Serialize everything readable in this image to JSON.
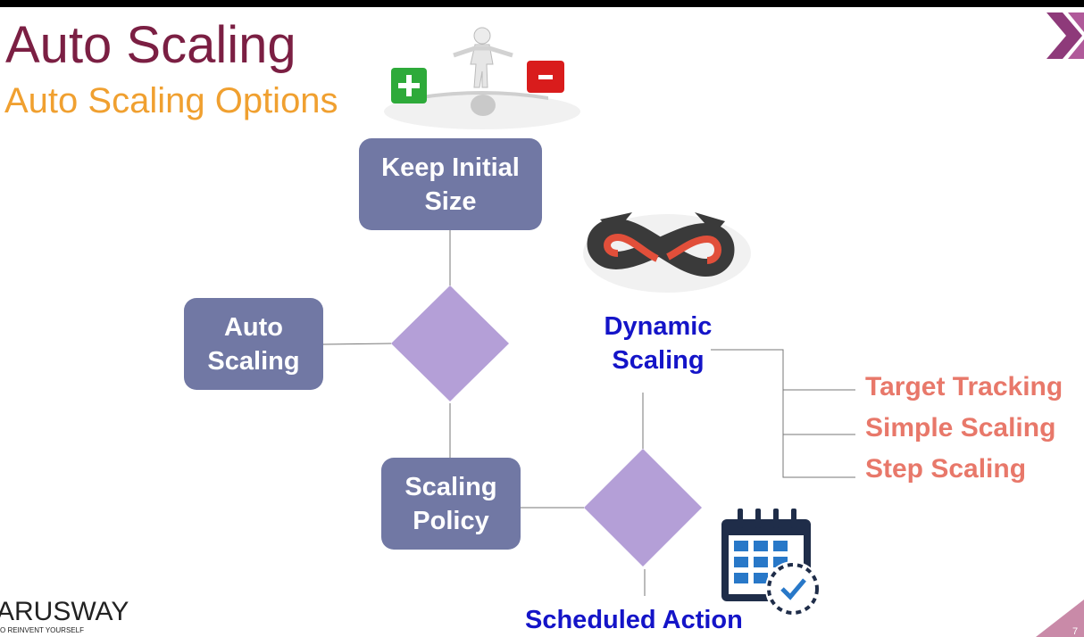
{
  "header": {
    "title": "Auto Scaling",
    "subtitle": "Auto Scaling Options"
  },
  "diagram": {
    "keep_initial_size": "Keep Initial\nSize",
    "auto_scaling": "Auto\nScaling",
    "scaling_policy": "Scaling\nPolicy",
    "dynamic_scaling": "Dynamic\nScaling",
    "scheduled_action": "Scheduled Action",
    "dynamic_options": [
      "Target Tracking",
      "Simple Scaling",
      "Step Scaling"
    ]
  },
  "branding": {
    "logo": "ARUSWAY",
    "tagline": "O REINVENT YOURSELF",
    "page_number": "7"
  },
  "icons": [
    "balance-scale-icon",
    "infinity-arrows-icon",
    "calendar-clock-icon",
    "double-chevron-icon"
  ],
  "colors": {
    "title": "#7b1f43",
    "subtitle": "#f0a030",
    "node": "#7178a4",
    "decision": "#b49fd7",
    "dynamic_label": "#1414c8",
    "options": "#e8786a"
  }
}
